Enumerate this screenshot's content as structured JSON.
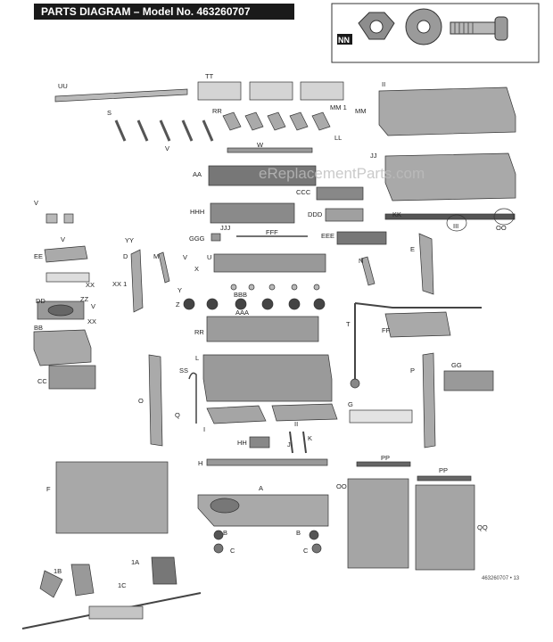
{
  "header": {
    "title": "PARTS DIAGRAM – Model No. 463260707"
  },
  "inset": {
    "badge": "NN"
  },
  "watermark": "eReplacementParts.com",
  "footer": {
    "page_ref": "463260707 • 13"
  },
  "colors": {
    "part_fill": "#b9b9b9",
    "part_dark": "#7d7d7d",
    "outline": "#333333",
    "title_bg": "#1a1a1a"
  },
  "labels": [
    "UU",
    "TT",
    "II",
    "RR",
    "MM 1",
    "MM",
    "S",
    "LL",
    "V",
    "W",
    "JJ",
    "AA",
    "CCC",
    "KK",
    "HHH",
    "DDD",
    "III",
    "OO",
    "V",
    "GGG",
    "JJJ",
    "FFF",
    "EEE",
    "YY",
    "EE",
    "D",
    "M",
    "V",
    "X",
    "U",
    "E",
    "N",
    "V",
    "XX 1",
    "XX",
    "ZZ",
    "V",
    "Y",
    "BBB",
    "Z",
    "AAA",
    "DD",
    "XX",
    "T",
    "BB",
    "RR",
    "FF",
    "L",
    "CC",
    "SS",
    "P",
    "GG",
    "O",
    "Q",
    "G",
    "I",
    "II",
    "K",
    "HH",
    "J",
    "H",
    "PP",
    "PP",
    "F",
    "A",
    "OO",
    "B",
    "B",
    "QQ",
    "C",
    "C",
    "1B",
    "1A",
    "1C"
  ]
}
